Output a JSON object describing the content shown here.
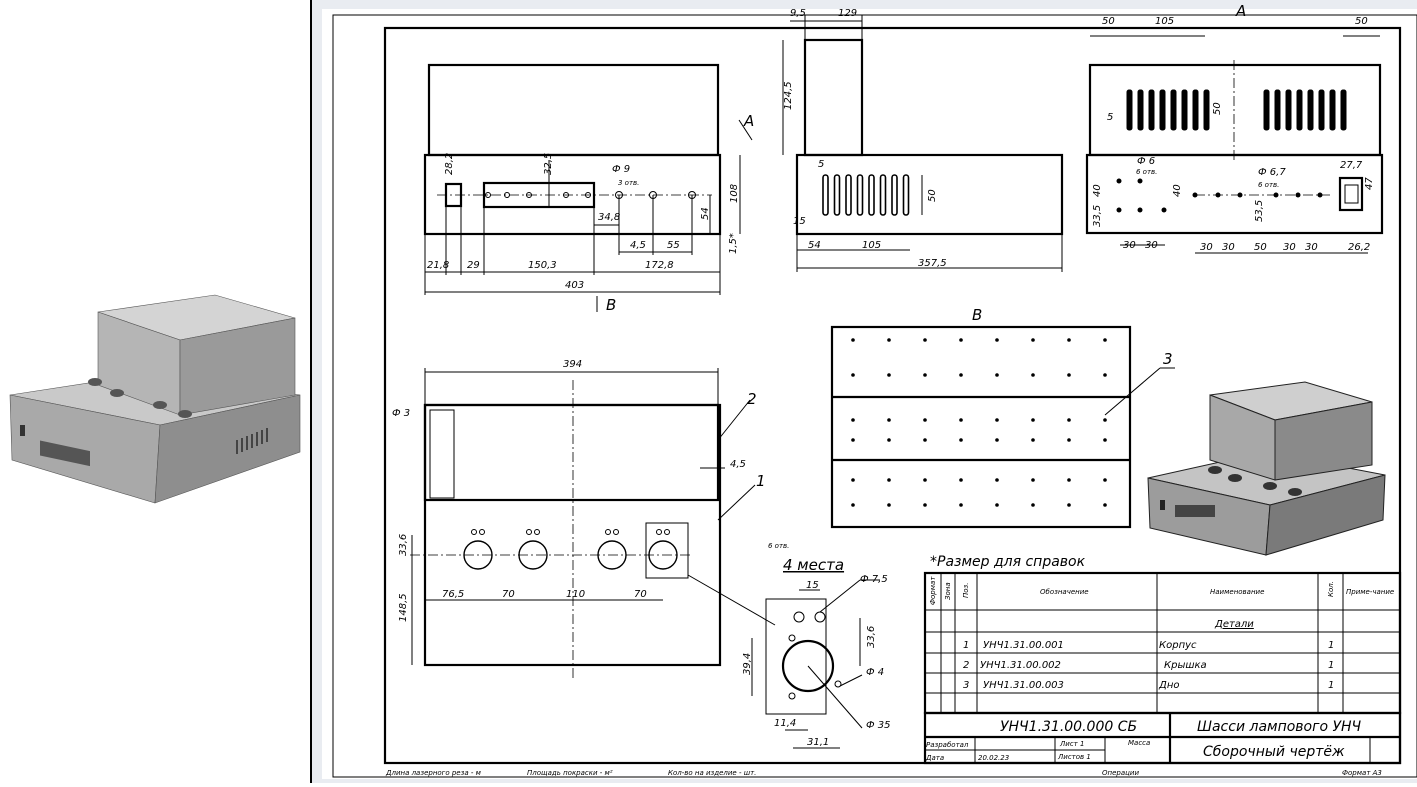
{
  "dims": {
    "front": [
      "28,2",
      "32,5",
      "Ф 9",
      "3 отв.",
      "34,8",
      "54",
      "108",
      "4,5",
      "55",
      "1,5*",
      "21,8",
      "29",
      "150,3",
      "172,8",
      "403"
    ],
    "side": [
      "9,5",
      "129",
      "124,5",
      "5",
      "50",
      "15",
      "54",
      "105",
      "357,5"
    ],
    "view_a": [
      "50",
      "105",
      "50",
      "5",
      "50",
      "Ф 6",
      "6 отв.",
      "40",
      "40",
      "33,5",
      "53,5",
      "Ф 6,7",
      "6 отв.",
      "27,7",
      "47",
      "30",
      "30",
      "30",
      "30",
      "50",
      "30",
      "30",
      "26,2"
    ],
    "plan": [
      "394",
      "Ф 3",
      "4,5",
      "33,6",
      "148,5",
      "76,5",
      "70",
      "110",
      "70"
    ],
    "detail": [
      "6 отв.",
      "15",
      "Ф 7,5",
      "33,6",
      "39,4",
      "Ф 4",
      "11,4",
      "Ф 35",
      "31,1"
    ]
  },
  "labels": {
    "view_a_arrow": "A",
    "view_a_title": "A",
    "view_b_arrow": "В",
    "view_b_title": "В",
    "pos1": "1",
    "pos2": "2",
    "pos3": "3",
    "places": "4 места",
    "note": "*Размер для справок"
  },
  "spec": {
    "headers": [
      "Формат",
      "Зона",
      "Поз.",
      "Обозначение",
      "Наименование",
      "Кол.",
      "Приме-чание"
    ],
    "section": "Детали",
    "rows": [
      {
        "pos": "1",
        "code": "УНЧ1.31.00.001",
        "name": "Корпус",
        "qty": "1"
      },
      {
        "pos": "2",
        "code": "УНЧ1.31.00.002",
        "name": "Крышка",
        "qty": "1"
      },
      {
        "pos": "3",
        "code": "УНЧ1.31.00.003",
        "name": "Дно",
        "qty": "1"
      }
    ]
  },
  "title_block": {
    "designation": "УНЧ1.31.00.000  СБ",
    "title": "Шасси лампового УНЧ",
    "doc_type": "Сборочный чертёж",
    "developed_label": "Разработал",
    "date_label": "Дата",
    "date": "20.02.23",
    "sheet": "Лист 1",
    "sheets": "Листов 1",
    "mass": "Масса"
  },
  "footer": {
    "laser": "Длина лазерного реза - м",
    "paint": "Площадь покраски - м²",
    "qty": "Кол-во на изделие - шт.",
    "ops": "Операции",
    "format": "Формат А3"
  }
}
